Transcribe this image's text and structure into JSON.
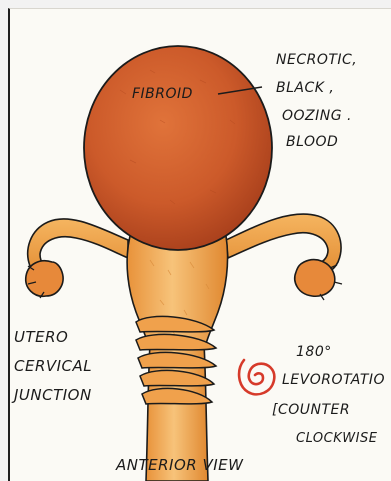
{
  "labels": {
    "fibroid": "FIBROID",
    "necrotic": [
      "NECROTIC,",
      "BLACK ,",
      "OOZING .",
      "BLOOD"
    ],
    "utero_cervical": [
      "UTERO",
      "CERVICAL",
      "JUNCTION"
    ],
    "rotation": [
      "180°",
      "LEVOROTATIO",
      "[COUNTER",
      "CLOCKWISE"
    ],
    "view": "ANTERIOR VIEW"
  },
  "colors": {
    "fibroid": "#c8592a",
    "uterus": "#f2a84b",
    "ink": "#1b1b1b",
    "spiral": "#d63a2a"
  }
}
